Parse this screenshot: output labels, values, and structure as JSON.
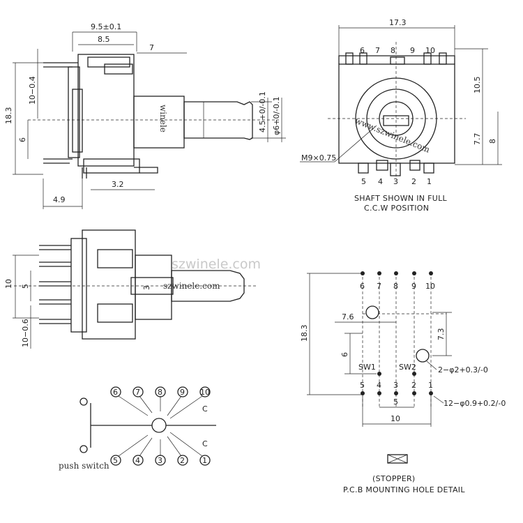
{
  "watermark": "szwinele.com",
  "body_mark": "winele",
  "side_view": {
    "dims": {
      "overall": "9.5±0.1",
      "body": "8.5",
      "shaft": "7",
      "height": "18.3",
      "upper": "10−0.4",
      "mid": "6",
      "bottom": "3.2",
      "pin_pitch": "4.9",
      "flat": "4.5+0/-0.1",
      "dia": "φ6+0/-0.1"
    }
  },
  "front_view": {
    "width": "17.3",
    "right_top": "10.5",
    "right_low": "7.7",
    "right_full": "8",
    "thread": "M9×0.75",
    "url": "www.szwinele.com",
    "top_pins": [
      "6",
      "7",
      "8",
      "9",
      "10"
    ],
    "bottom_pins": [
      "5",
      "4",
      "3",
      "2",
      "1"
    ],
    "note_line1": "SHAFT SHOWN IN FULL",
    "note_line2": "C.C.W POSITION"
  },
  "top_view": {
    "width": "10",
    "inner": "5",
    "lower": "10−0.6",
    "shaft": "3",
    "url": "szwinele.com"
  },
  "pcb": {
    "top_pins": [
      "6",
      "7",
      "8",
      "9",
      "10"
    ],
    "bottom_pins": [
      "5",
      "4",
      "3",
      "2",
      "1"
    ],
    "height": "18.3",
    "d1": "7.6",
    "d2": "7.3",
    "d3": "6",
    "sw1": "SW1",
    "sw2": "SW2",
    "hole_big": "2−φ2+0.3/-0",
    "hole_small": "12−φ0.9+0.2/-0",
    "pitch": "5",
    "span": "10",
    "stopper": "(STOPPER)",
    "title": "P.C.B MOUNTING HOLE DETAIL"
  },
  "schematic": {
    "top": [
      "6",
      "7",
      "8",
      "9",
      "10"
    ],
    "bottom": [
      "5",
      "4",
      "3",
      "2",
      "1"
    ],
    "c_label": "C",
    "switch_label": "push switch"
  }
}
